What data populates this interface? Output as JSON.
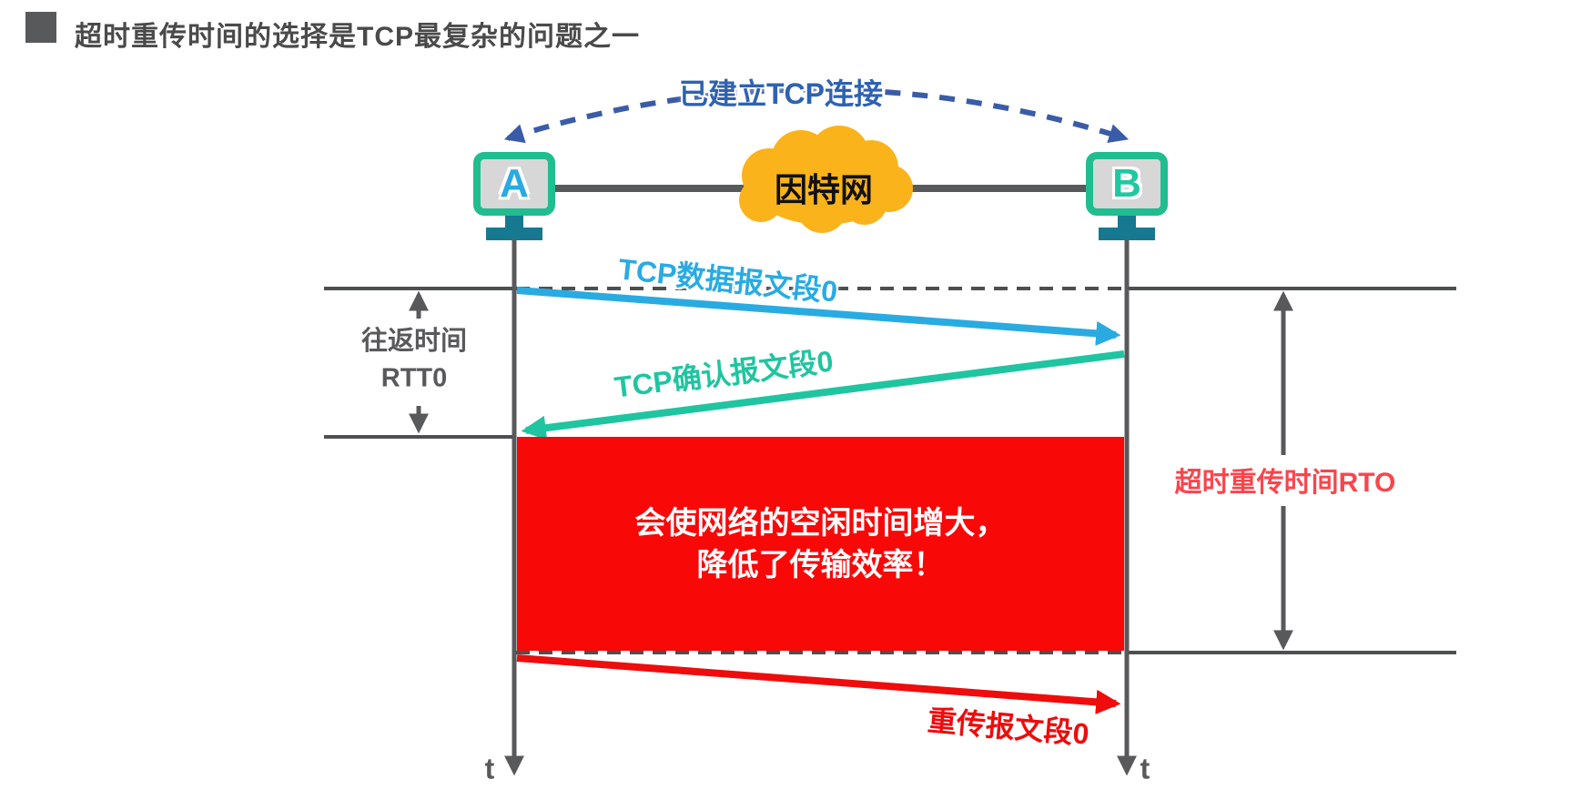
{
  "title": {
    "text": "超时重传时间的选择是TCP最复杂的问题之一"
  },
  "connection": {
    "label": "已建立TCP连接"
  },
  "hosts": {
    "a": "A",
    "b": "B",
    "network": "因特网"
  },
  "messages": {
    "data_segment": "TCP数据报文段0",
    "ack_segment": "TCP确认报文段0",
    "retrans_segment": "重传报文段0"
  },
  "annotations": {
    "rtt_line1": "往返时间",
    "rtt_line2": "RTT0",
    "rto": "超时重传时间RTO",
    "warning_line1": "会使网络的空闲时间增大，",
    "warning_line2": "降低了传输效率！",
    "time_axis_a": "t",
    "time_axis_b": "t"
  },
  "colors": {
    "line_gray": "#58595B",
    "arc_blue": "#3A5CA8",
    "segment_blue": "#29ABE2",
    "segment_green": "#1FC5A0",
    "monitor_green": "#1FBD8F",
    "stand_teal": "#16798F",
    "cloud_orange": "#FBB31B",
    "warning_red": "#F90808",
    "rto_red": "#F8464C",
    "retrans_red": "#EE0C0C"
  }
}
